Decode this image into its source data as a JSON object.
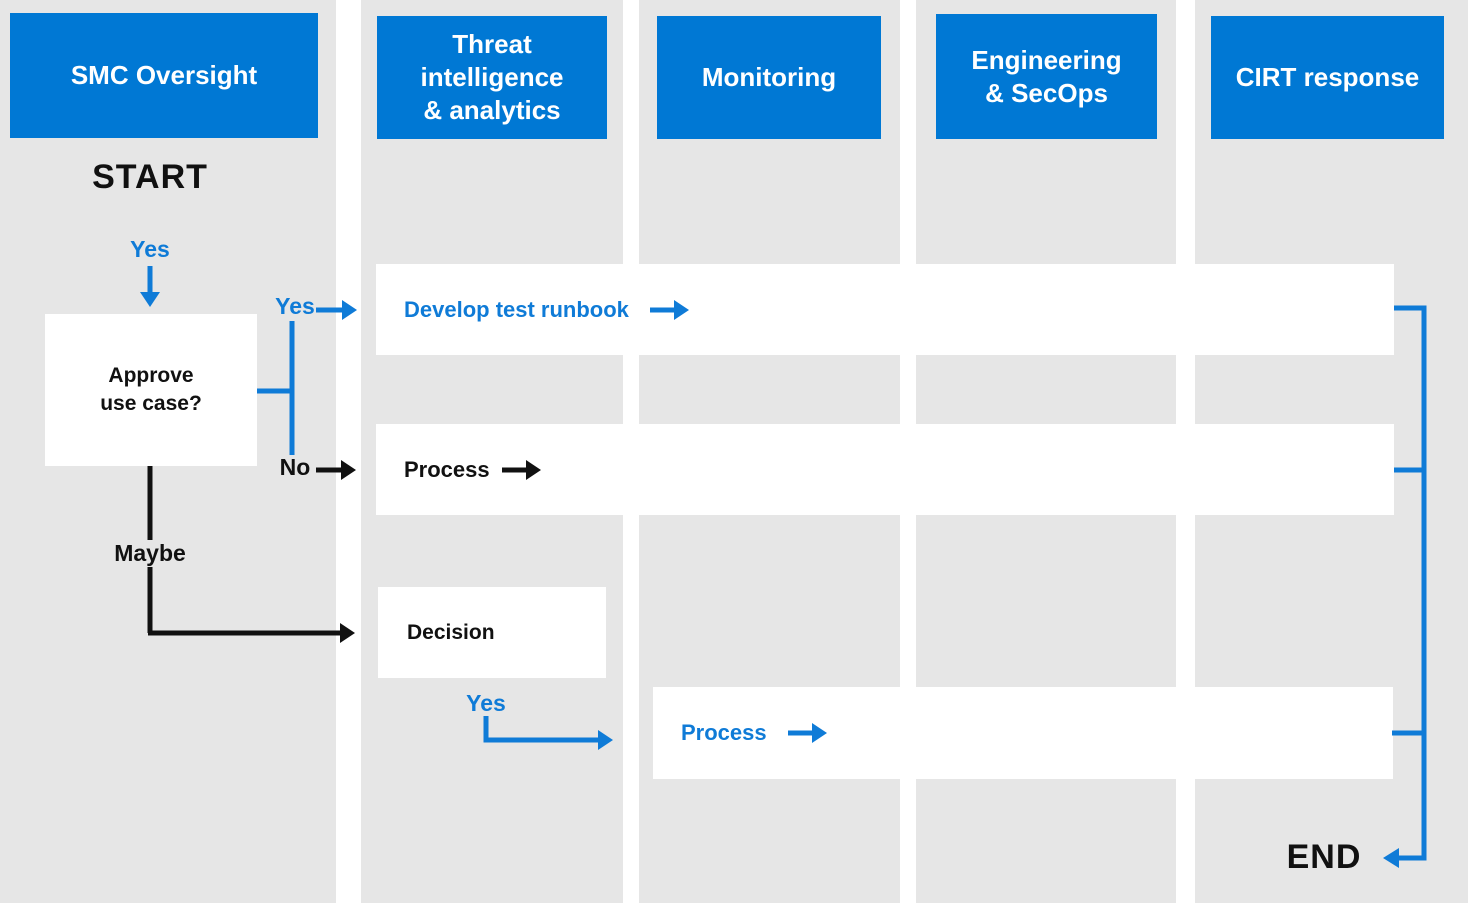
{
  "colors": {
    "header_blue": "#0078D4",
    "arrow_blue": "#0F7BD7",
    "lane_gray": "#E6E6E6",
    "ink": "#111111"
  },
  "lanes": [
    {
      "id": "smc-oversight",
      "title_lines": [
        "SMC Oversight"
      ]
    },
    {
      "id": "threat-intel-analytics",
      "title_lines": [
        "Threat",
        "intelligence",
        "& analytics"
      ]
    },
    {
      "id": "monitoring",
      "title_lines": [
        "Monitoring"
      ]
    },
    {
      "id": "engineering-secops",
      "title_lines": [
        "Engineering",
        "& SecOps"
      ]
    },
    {
      "id": "cirt-response",
      "title_lines": [
        "CIRT response"
      ]
    }
  ],
  "nodes": {
    "start": "START",
    "yes_entry": "Yes",
    "approve_box_lines": [
      "Approve",
      "use case?"
    ],
    "yes_branch": "Yes",
    "no_branch": "No",
    "maybe_branch": "Maybe",
    "develop_runbook_bar": "Develop test runbook",
    "process_bar_no": "Process",
    "decision_box": "Decision",
    "decision_yes": "Yes",
    "process_bar_yes": "Process",
    "end": "END"
  }
}
